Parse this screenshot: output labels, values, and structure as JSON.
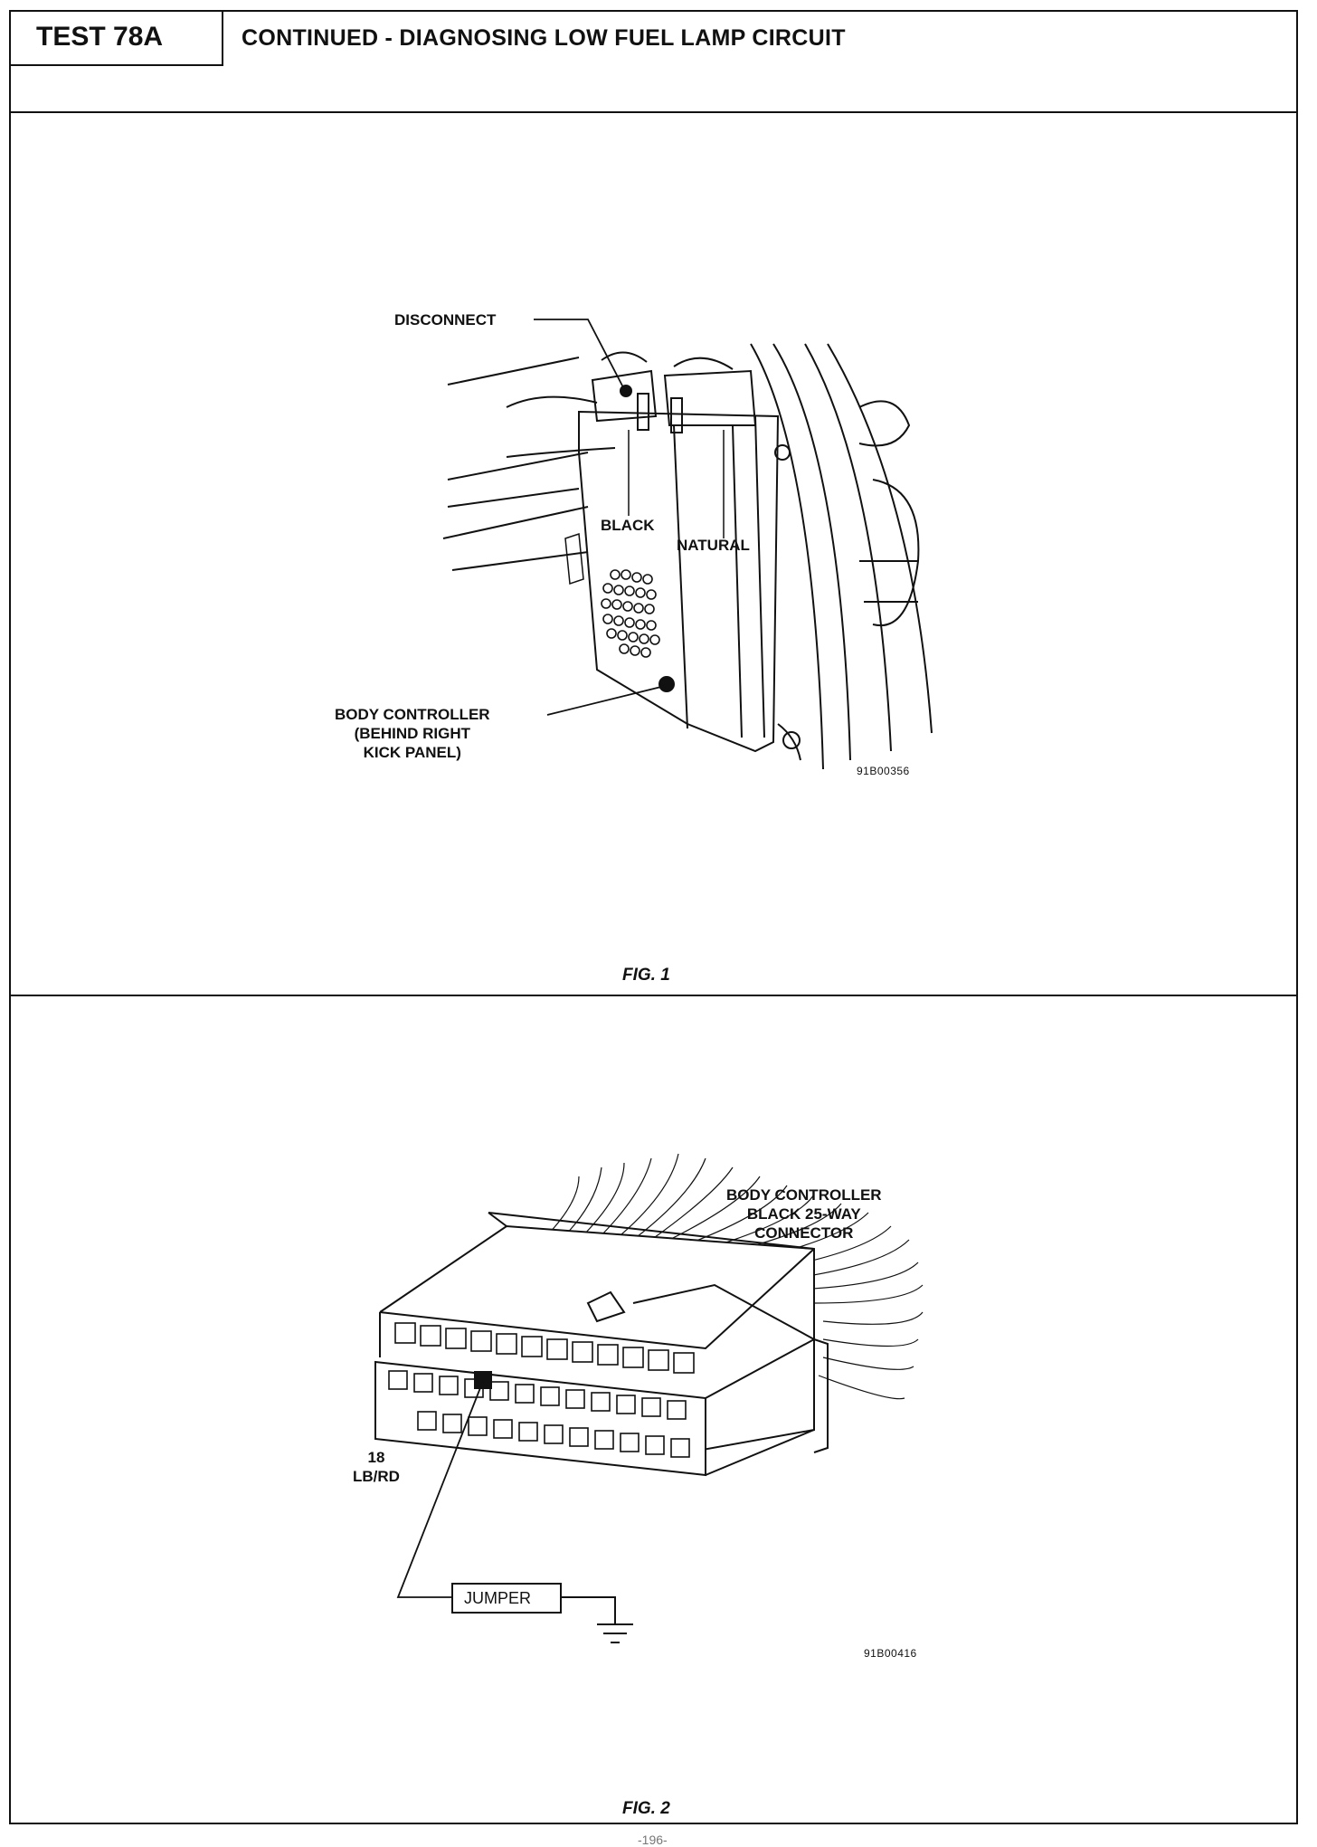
{
  "header": {
    "test_id": "TEST 78A",
    "title": "CONTINUED - DIAGNOSING LOW FUEL LAMP CIRCUIT"
  },
  "fig1": {
    "caption": "FIG. 1",
    "labels": {
      "disconnect": "DISCONNECT",
      "black": "BLACK",
      "natural": "NATURAL",
      "body_controller": "BODY CONTROLLER\n(BEHIND RIGHT\nKICK PANEL)"
    },
    "code": "91B00356"
  },
  "fig2": {
    "caption": "FIG. 2",
    "labels": {
      "connector": "BODY CONTROLLER\nBLACK 25-WAY\nCONNECTOR",
      "wire": "18\nLB/RD",
      "jumper": "JUMPER"
    },
    "code": "91B00416"
  },
  "footer": {
    "page_number": "-196-"
  }
}
